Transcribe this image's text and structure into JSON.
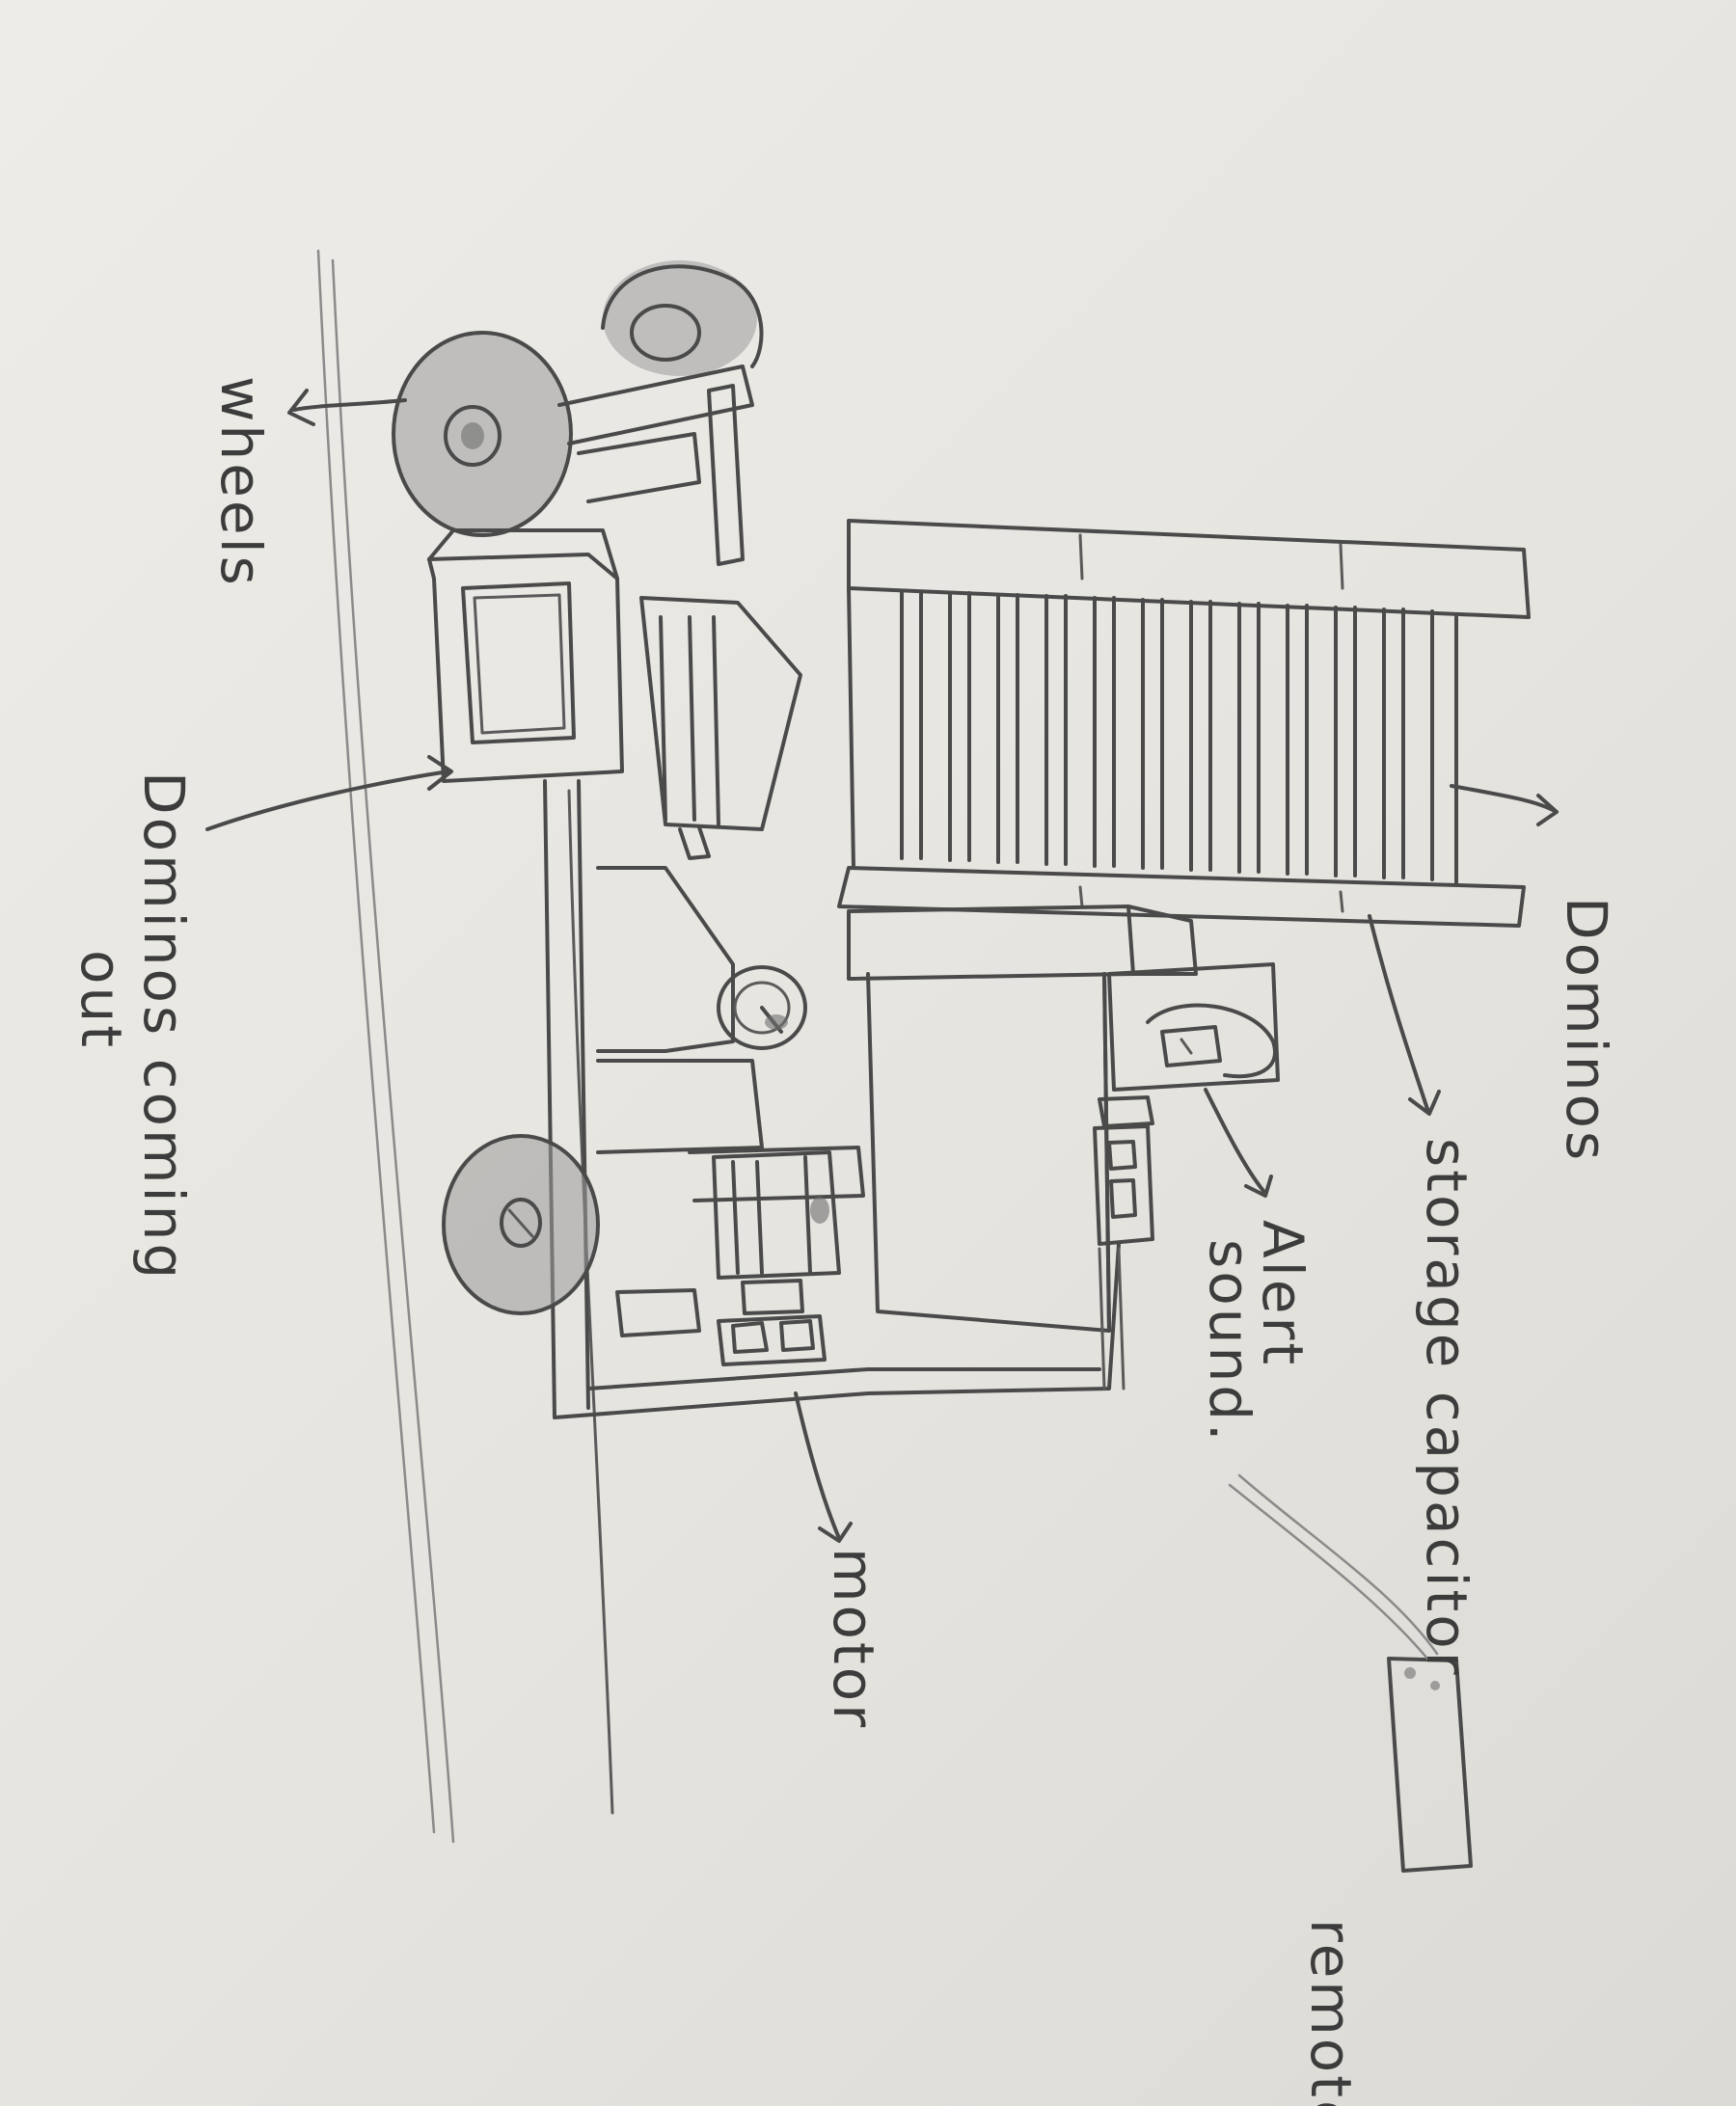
{
  "diagram": {
    "labels": {
      "wheels": "wheels",
      "dominos_coming_out_line1": "Dominos coming",
      "dominos_coming_out_line2": "out",
      "dominos": "Dominos",
      "storage_capacitor": "storage capacitor",
      "alert_sound_line1": "Alert",
      "alert_sound_line2": "sound.",
      "motor": "motor",
      "remote": "remote"
    }
  }
}
